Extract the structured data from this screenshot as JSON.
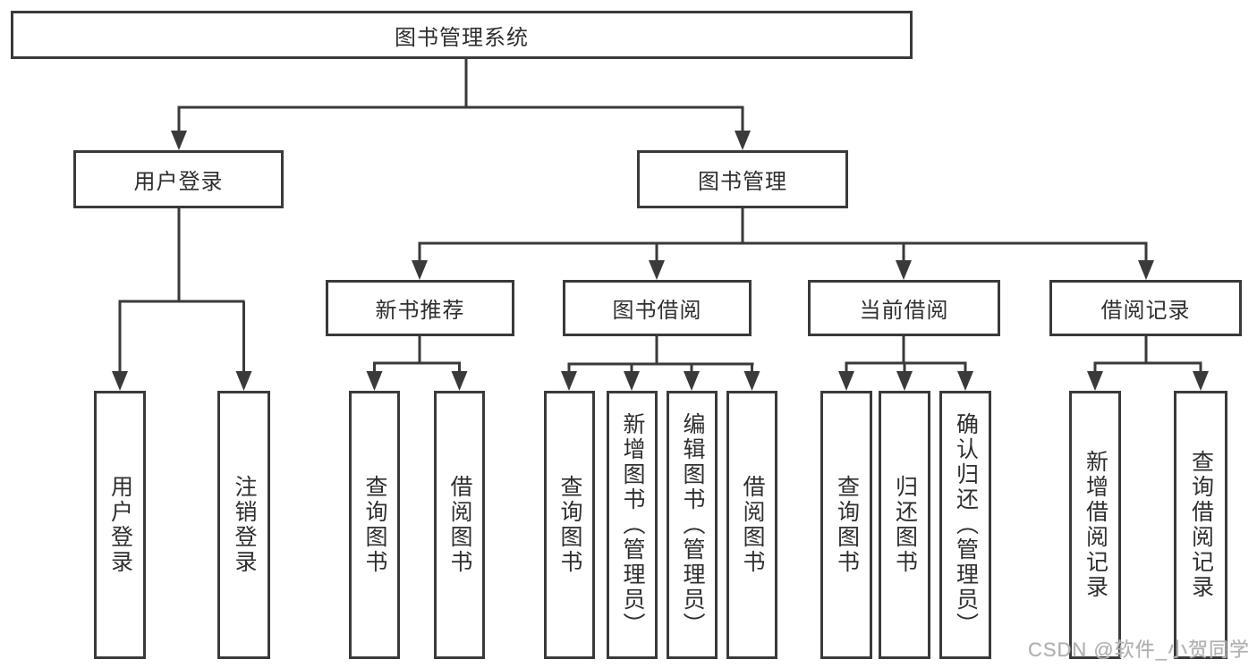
{
  "tree": {
    "root": {
      "label": "图书管理系统"
    },
    "user_login_branch": {
      "label": "用户登录",
      "children": [
        "用户登录",
        "注销登录"
      ]
    },
    "book_mgmt_branch": {
      "label": "图书管理",
      "sections": [
        {
          "label": "新书推荐",
          "children": [
            "查询图书",
            "借阅图书"
          ]
        },
        {
          "label": "图书借阅",
          "children": [
            "查询图书",
            "新增图书（管理员）",
            "编辑图书（管理员）",
            "借阅图书"
          ]
        },
        {
          "label": "当前借阅",
          "children": [
            "查询图书",
            "归还图书",
            "确认归还（管理员）"
          ]
        },
        {
          "label": "借阅记录",
          "children": [
            "新增借阅记录",
            "查询借阅记录"
          ]
        }
      ]
    }
  },
  "watermark": {
    "text": "CSDN @软件_小贺同学"
  },
  "colors": {
    "line": "#3a3a3a",
    "text": "#2f2f2f",
    "background": "#ffffff",
    "watermark": "#b0b0b0"
  }
}
